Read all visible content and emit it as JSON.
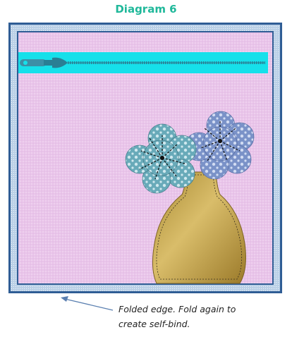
{
  "title": "Diagram 6",
  "caption": {
    "line1": "Folded edge. Fold again to",
    "line2": "create self-bind."
  },
  "colors": {
    "title": "#1fb89a",
    "border_outer": "#2f5d95",
    "border_inner": "#cfe0f0",
    "background": "#e9c4ea",
    "zipper_tape": "#16e0ea",
    "zipper_teeth": "#2a7f94",
    "flower_left": "#68aab9",
    "flower_right": "#7a92c8",
    "vase": "#c4a24a",
    "arrow": "#5a7fb0"
  },
  "icons": {
    "zipper": "zipper-icon",
    "flower_left": "flower-icon",
    "flower_right": "flower-icon",
    "vase": "vase-icon",
    "arrow": "arrow-icon"
  }
}
